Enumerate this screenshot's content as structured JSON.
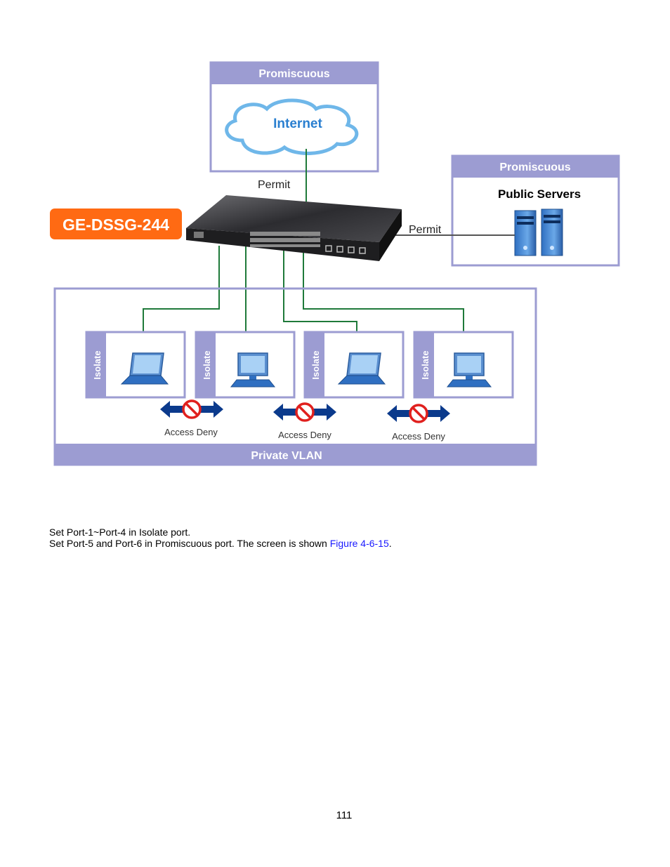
{
  "diagram": {
    "top_box": {
      "header": "Promiscuous",
      "cloud_label": "Internet"
    },
    "right_box": {
      "header": "Promiscuous",
      "title": "Public Servers"
    },
    "permit_top": "Permit",
    "permit_right": "Permit",
    "device_badge": "GE-DSSG-244",
    "isolate_labels": [
      "Isolate",
      "Isolate",
      "Isolate",
      "Isolate"
    ],
    "deny_labels": [
      "Access Deny",
      "Access Deny",
      "Access Deny"
    ],
    "vlan_footer": "Private VLAN",
    "colors": {
      "frame": "#9c9cd2",
      "badge": "#ff6a13",
      "wire": "#1f7a3a",
      "arrow": "#0b3a8c",
      "deny": "#e0201e"
    }
  },
  "body_text": {
    "line1": "Set Port-1~Port-4 in Isolate port.",
    "line2_prefix": "Set Port-5 and Port-6 in Promiscuous port. The screen is shown ",
    "line2_link": "Figure 4-6-15",
    "line2_suffix": "."
  },
  "page_number": "111"
}
